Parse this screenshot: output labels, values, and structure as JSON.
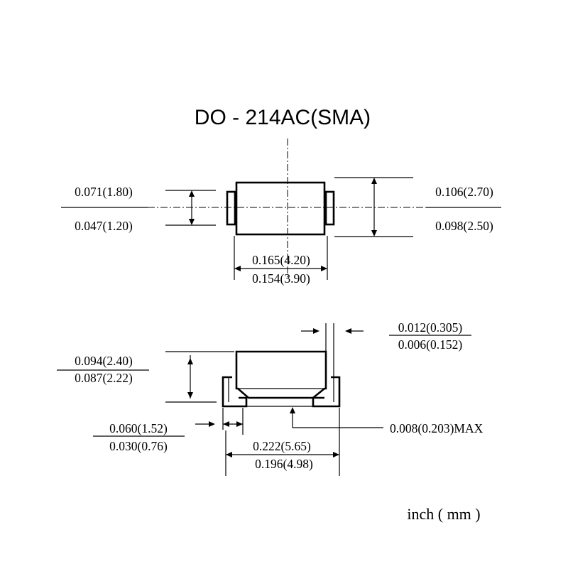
{
  "title": "DO - 214AC(SMA)",
  "units_note": "inch ( mm )",
  "top_view": {
    "height": {
      "max": "0.071(1.80)",
      "min": "0.047(1.20)"
    },
    "width": {
      "max": "0.106(2.70)",
      "min": "0.098(2.50)"
    },
    "body_length": {
      "max": "0.165(4.20)",
      "min": "0.154(3.90)"
    }
  },
  "side_view": {
    "lead_thickness": {
      "max": "0.012(0.305)",
      "min": "0.006(0.152)"
    },
    "body_height": {
      "max": "0.094(2.40)",
      "min": "0.087(2.22)"
    },
    "lead_length": {
      "max": "0.060(1.52)",
      "min": "0.030(0.76)"
    },
    "overall_length": {
      "max": "0.222(5.65)",
      "min": "0.196(4.98)"
    },
    "standoff": "0.008(0.203)MAX"
  }
}
